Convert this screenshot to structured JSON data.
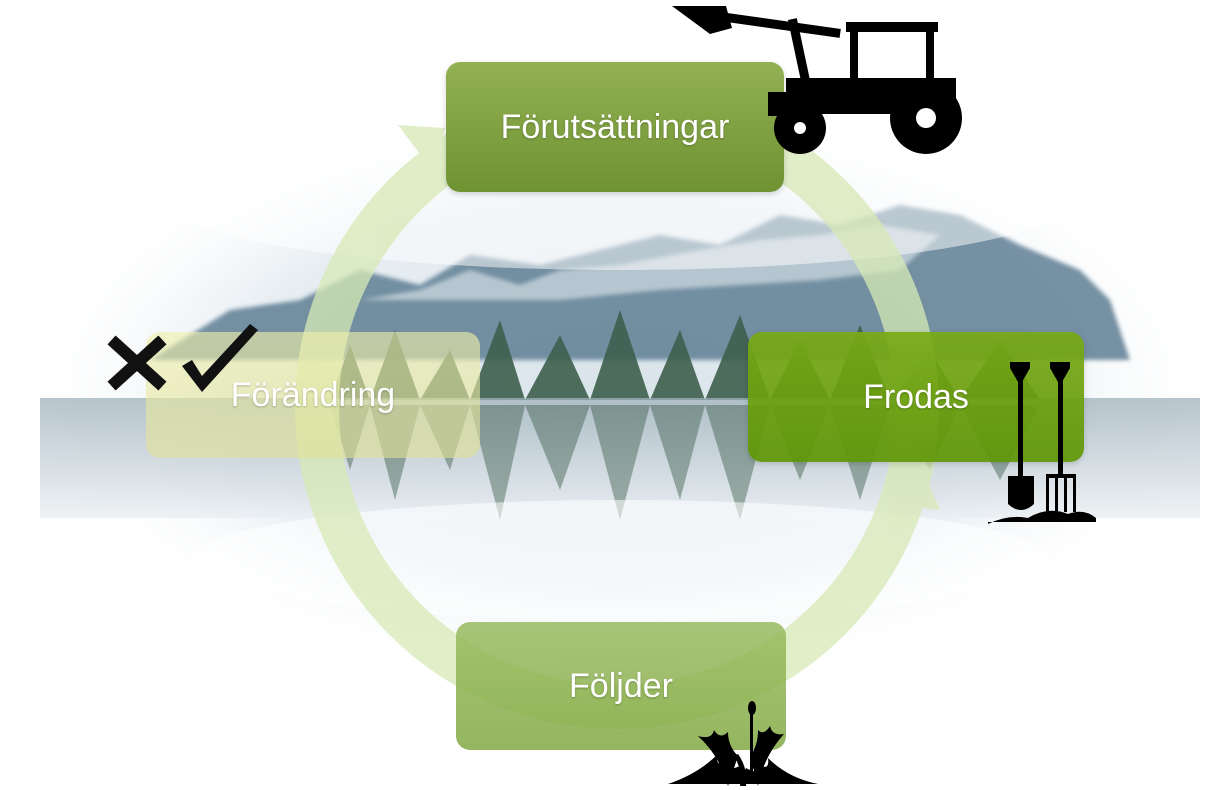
{
  "steps": {
    "top": "Förutsättningar",
    "right": "Frodas",
    "bottom": "Följder",
    "left": "Förändring"
  },
  "icons": {
    "top": "tractor-icon",
    "right": "spade-and-fork-icon",
    "bottom": "dandelion-weed-icon",
    "left": "cross-and-checkmark-icon"
  },
  "colors": {
    "arrow": "#cfe3a8",
    "box_dark_green": "#7a9a3c",
    "box_bright_green": "#6ea00e",
    "box_light_green": "#a6c46a",
    "box_pale_yellow": "#eeeebb"
  }
}
